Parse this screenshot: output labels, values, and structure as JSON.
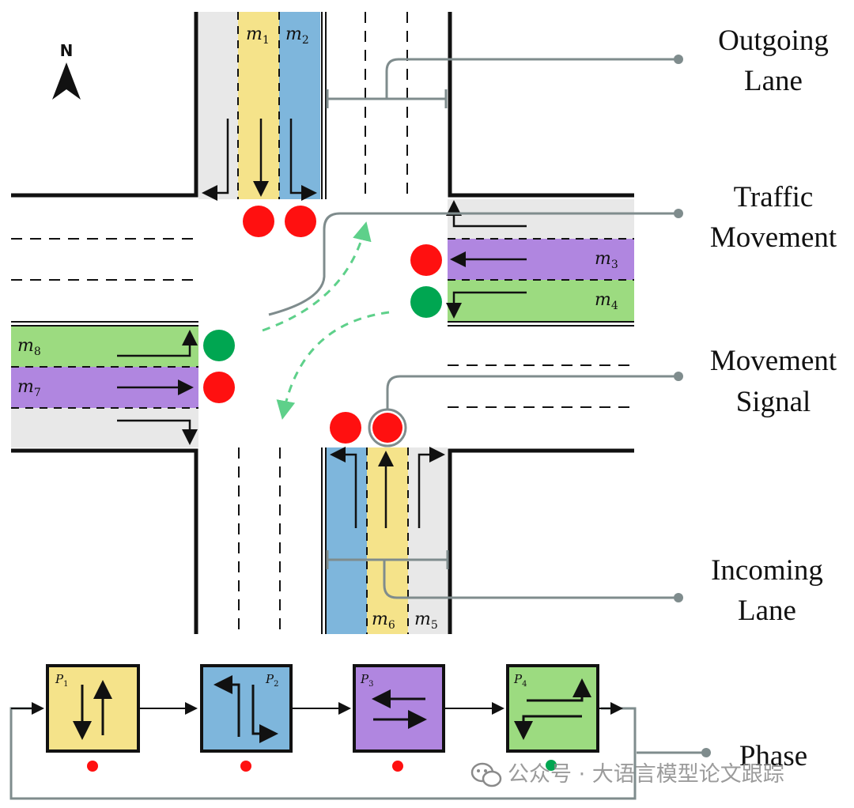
{
  "compass": {
    "letter": "N"
  },
  "labels": {
    "outgoing": [
      "Outgoing",
      "Lane"
    ],
    "traffic": [
      "Traffic",
      "Movement"
    ],
    "signal": [
      "Movement",
      "Signal"
    ],
    "incoming": [
      "Incoming",
      "Lane"
    ],
    "phase": "Phase"
  },
  "movements": [
    {
      "id": "m1",
      "base": "m",
      "sub": "1"
    },
    {
      "id": "m2",
      "base": "m",
      "sub": "2"
    },
    {
      "id": "m3",
      "base": "m",
      "sub": "3"
    },
    {
      "id": "m4",
      "base": "m",
      "sub": "4"
    },
    {
      "id": "m5",
      "base": "m",
      "sub": "5"
    },
    {
      "id": "m6",
      "base": "m",
      "sub": "6"
    },
    {
      "id": "m7",
      "base": "m",
      "sub": "7"
    },
    {
      "id": "m8",
      "base": "m",
      "sub": "8"
    }
  ],
  "phases": [
    {
      "id": "P1",
      "base": "P",
      "sub": "1",
      "color": "#f5e38a",
      "signal": "red"
    },
    {
      "id": "P2",
      "base": "P",
      "sub": "2",
      "color": "#7eb6dc",
      "signal": "red"
    },
    {
      "id": "P3",
      "base": "P",
      "sub": "3",
      "color": "#b086e0",
      "signal": "red"
    },
    {
      "id": "P4",
      "base": "P",
      "sub": "4",
      "color": "#9cdb80",
      "signal": "green"
    }
  ],
  "signals": {
    "north": [
      "red",
      "red"
    ],
    "east": [
      "red",
      "green"
    ],
    "west": [
      "green",
      "red"
    ],
    "south": [
      "red",
      "red"
    ]
  },
  "colors": {
    "yellow": "#f5e38a",
    "blue": "#7eb6dc",
    "purple": "#b086e0",
    "green": "#9cdb80",
    "grey_lane": "#e8e8e8",
    "signal_red": "#ff1010",
    "signal_green": "#00a651",
    "callout": "#7f8c8d",
    "dashed_path": "#5ed08a"
  },
  "watermark": "公众号 · 大语言模型论文跟踪"
}
